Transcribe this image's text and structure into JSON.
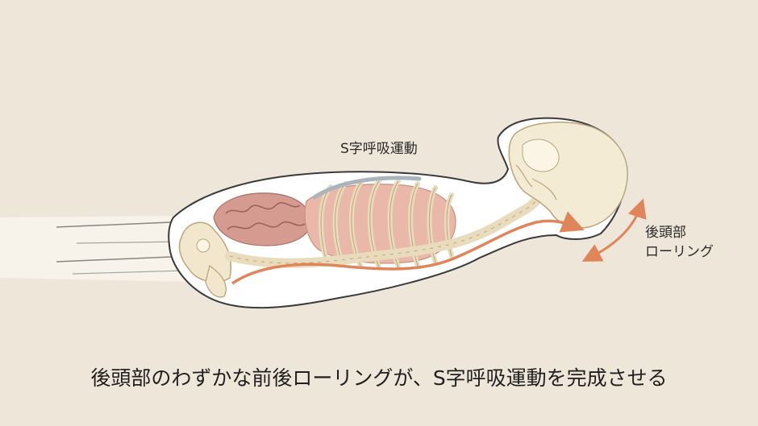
{
  "labels": {
    "s_breathing": "S字呼吸運動",
    "rolling_line1": "後頭部",
    "rolling_line2": "ローリング"
  },
  "caption": "後頭部のわずかな前後ローリングが、S字呼吸運動を完成させる",
  "colors": {
    "background": "#efe6da",
    "body_fill": "#ffffff",
    "body_outline": "#3a3a3a",
    "bone": "#f2e7cc",
    "bone_outline": "#b9a57c",
    "organ": "#e7b1a3",
    "intestine": "#c98a80",
    "arrow": "#e0855a"
  },
  "icons": {
    "body": "body-outline",
    "skeleton": "skeleton-illustration",
    "wave_arrow": "s-wave-arrow",
    "rolling_arrow": "double-headed-curved-arrow"
  }
}
